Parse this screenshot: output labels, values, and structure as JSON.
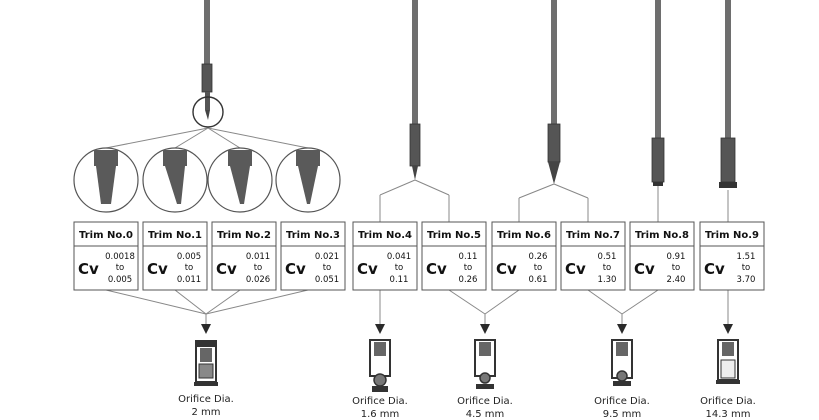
{
  "trims": [
    {
      "name": "Trim No.0",
      "cv_symbol": "Cv",
      "cv_min": "0.0018",
      "cv_to": "to",
      "cv_max": "0.005"
    },
    {
      "name": "Trim No.1",
      "cv_symbol": "Cv",
      "cv_min": "0.005",
      "cv_to": "to",
      "cv_max": "0.011"
    },
    {
      "name": "Trim No.2",
      "cv_symbol": "Cv",
      "cv_min": "0.011",
      "cv_to": "to",
      "cv_max": "0.026"
    },
    {
      "name": "Trim No.3",
      "cv_symbol": "Cv",
      "cv_min": "0.021",
      "cv_to": "to",
      "cv_max": "0.051"
    },
    {
      "name": "Trim No.4",
      "cv_symbol": "Cv",
      "cv_min": "0.041",
      "cv_to": "to",
      "cv_max": "0.11"
    },
    {
      "name": "Trim No.5",
      "cv_symbol": "Cv",
      "cv_min": "0.11",
      "cv_to": "to",
      "cv_max": "0.26"
    },
    {
      "name": "Trim No.6",
      "cv_symbol": "Cv",
      "cv_min": "0.26",
      "cv_to": "to",
      "cv_max": "0.61"
    },
    {
      "name": "Trim No.7",
      "cv_symbol": "Cv",
      "cv_min": "0.51",
      "cv_to": "to",
      "cv_max": "1.30"
    },
    {
      "name": "Trim No.8",
      "cv_symbol": "Cv",
      "cv_min": "0.91",
      "cv_to": "to",
      "cv_max": "2.40"
    },
    {
      "name": "Trim No.9",
      "cv_symbol": "Cv",
      "cv_min": "1.51",
      "cv_to": "to",
      "cv_max": "3.70"
    }
  ],
  "orifices": [
    {
      "label": "Orifice Dia.",
      "size": "2 mm"
    },
    {
      "label": "Orifice Dia.",
      "size": "1.6 mm"
    },
    {
      "label": "Orifice Dia.",
      "size": "4.5 mm"
    },
    {
      "label": "Orifice Dia.",
      "size": "9.5 mm"
    },
    {
      "label": "Orifice Dia.",
      "size": "14.3 mm"
    }
  ],
  "colors": {
    "line": "#888888",
    "stem": "#6e6e6e",
    "dark": "#2a2a2a",
    "box_border": "#555555"
  }
}
